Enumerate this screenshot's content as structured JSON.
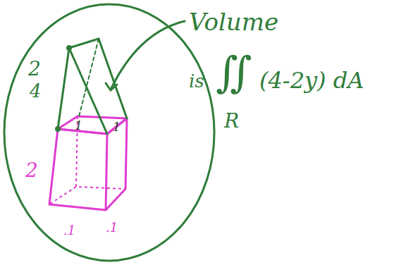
{
  "diagram": {
    "labels": [
      "Volume",
      "is",
      "∬",
      "(4-2y) dA",
      "R",
      "2",
      "4",
      "1",
      "1",
      "2",
      ".1",
      ".1"
    ]
  }
}
